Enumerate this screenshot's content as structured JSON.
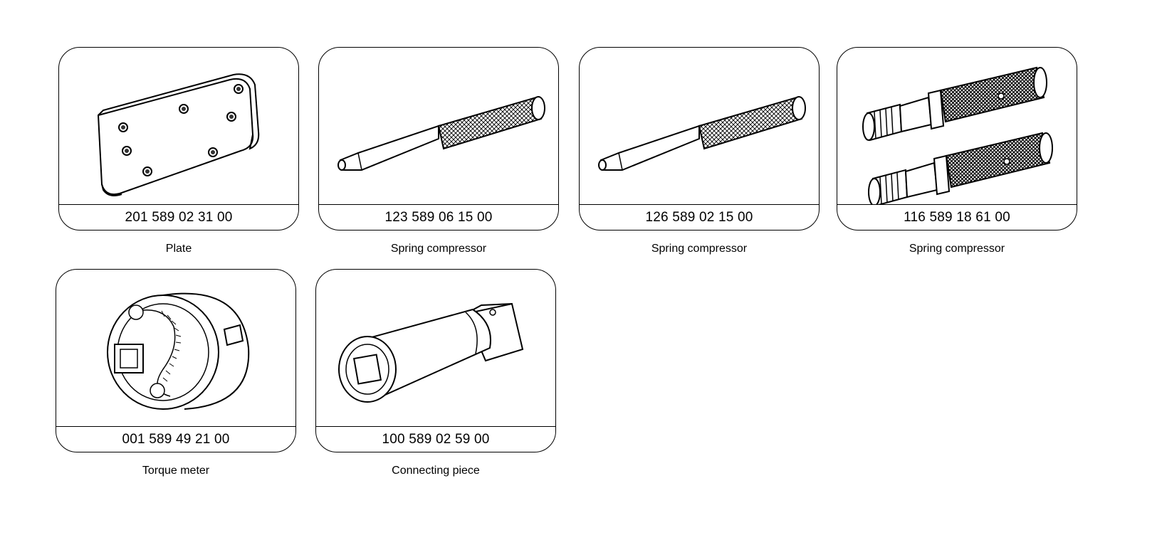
{
  "tools": [
    {
      "part_number": "201 589 02 31 00",
      "name": "Plate",
      "icon": "plate-icon"
    },
    {
      "part_number": "123 589 06 15 00",
      "name": "Spring compressor",
      "icon": "spring-compressor-pin-icon"
    },
    {
      "part_number": "126 589 02 15 00",
      "name": "Spring compressor",
      "icon": "spring-compressor-pin-icon"
    },
    {
      "part_number": "116 589 18 61 00",
      "name": "Spring compressor",
      "icon": "spring-compressor-pair-icon"
    },
    {
      "part_number": "001 589 49 21 00",
      "name": "Torque meter",
      "icon": "torque-meter-icon"
    },
    {
      "part_number": "100 589 02 59 00",
      "name": "Connecting piece",
      "icon": "connecting-piece-icon"
    }
  ]
}
